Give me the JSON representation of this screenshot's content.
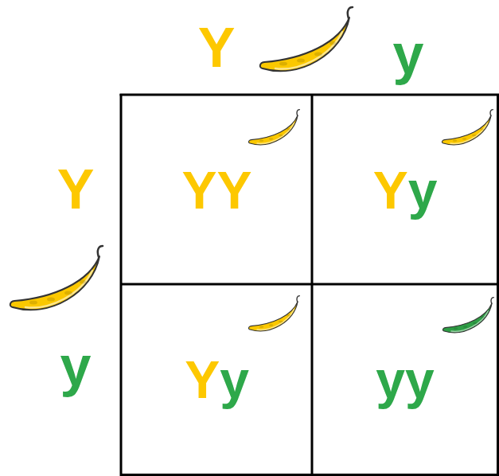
{
  "diagram": {
    "nodes": [
      {
        "text": [
          "YY"
        ]
      },
      {
        "text": [
          "Yy"
        ]
      },
      {
        "text": [
          "Yy"
        ]
      },
      {
        "text": [
          "yy"
        ]
      }
    ],
    "labels": [
      "Y",
      "y",
      "Y",
      "y"
    ]
  }
}
